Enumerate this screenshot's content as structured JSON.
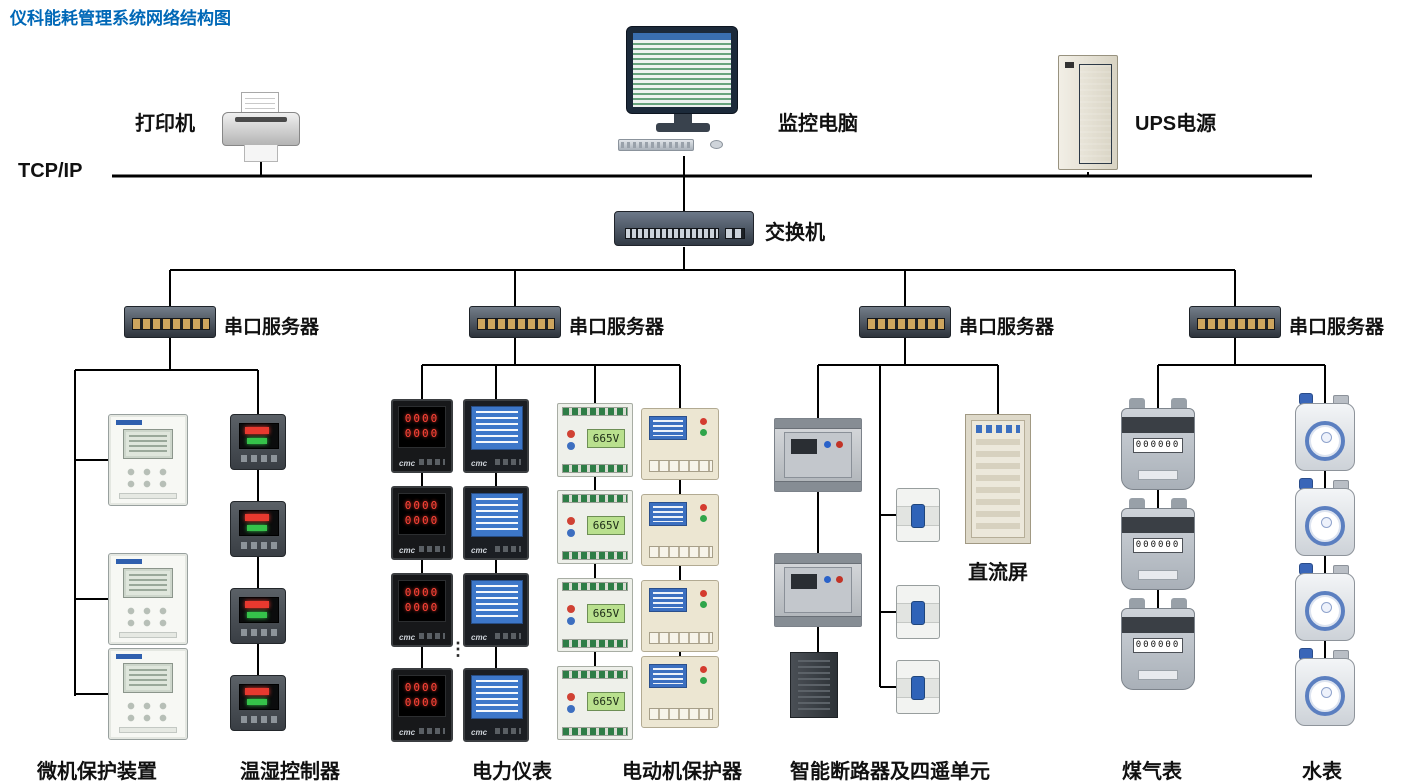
{
  "title": "仪科能耗管理系统网络结构图",
  "backbone": {
    "protocol_label": "TCP/IP",
    "printer": "打印机",
    "monitor": "监控电脑",
    "ups": "UPS电源",
    "switch": "交换机"
  },
  "serial_server_label": "串口服务器",
  "dc_panel_label": "直流屏",
  "meter": {
    "red_row1": "0000",
    "red_row2": "0000",
    "brand": "cmc",
    "motor_display": "665V",
    "gas_counter": "000000",
    "more_indicator": "⋮"
  },
  "bottom_labels": {
    "protection": "微机保护装置",
    "temp_humidity": "温湿控制器",
    "power_meter": "电力仪表",
    "motor_protector": "电动机保护器",
    "smart_breaker": "智能断路器及四遥单元",
    "gas_meter": "煤气表",
    "water_meter": "水表"
  }
}
